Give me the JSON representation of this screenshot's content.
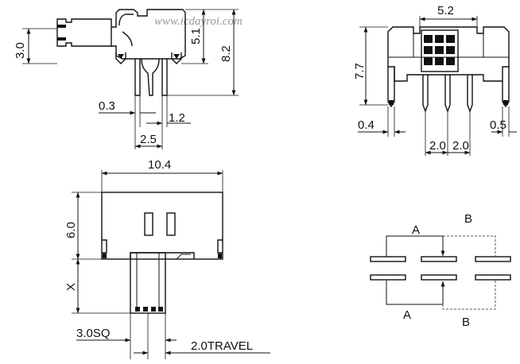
{
  "watermark": "www.icdayroi.com",
  "side_view": {
    "dims": {
      "d3_0": "3.0",
      "d5_1": "5.1",
      "d8_2": "8.2",
      "d0_3": "0.3",
      "d1_2": "1.2",
      "d2_5": "2.5"
    }
  },
  "front_view": {
    "dims": {
      "d5_2": "5.2",
      "d7_7": "7.7",
      "d0_4": "0.4",
      "d0_5": "0.5",
      "d2_0a": "2.0",
      "d2_0b": "2.0"
    }
  },
  "top_view": {
    "dims": {
      "d10_4": "10.4",
      "d6_0": "6.0",
      "dX": "X",
      "d3_0sq": "3.0SQ",
      "d2_0travel": "2.0TRAVEL"
    }
  },
  "schematic": {
    "labels": {
      "a_top": "A",
      "b_top": "B",
      "a_bottom": "A",
      "b_bottom": "B"
    }
  }
}
